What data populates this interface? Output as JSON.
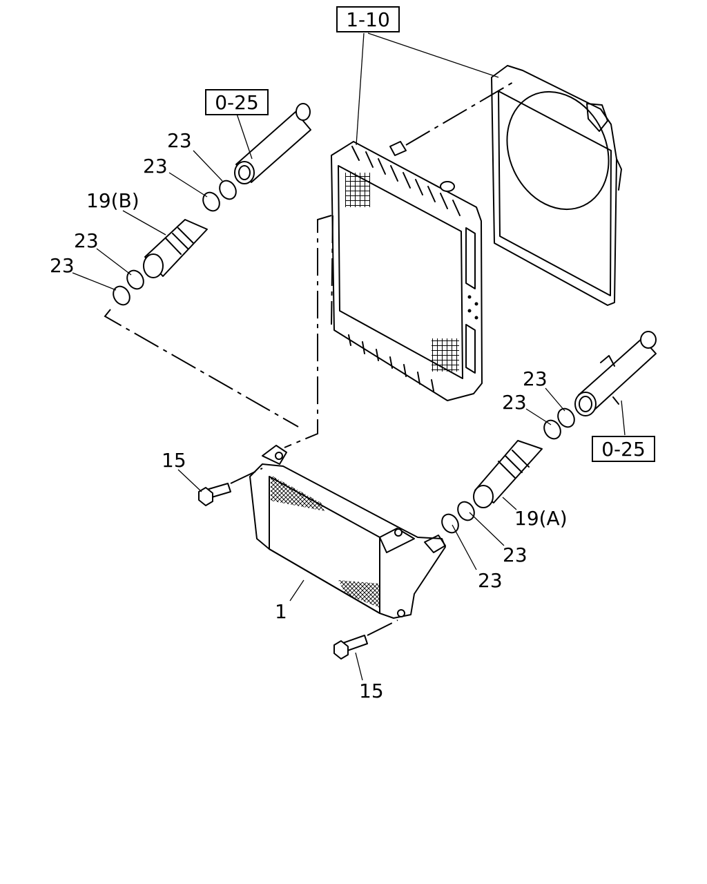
{
  "references": {
    "ref_top": "1-10",
    "ref_left": "0-25",
    "ref_right": "0-25"
  },
  "callouts": {
    "c23_a": "23",
    "c23_b": "23",
    "c19b": "19(B)",
    "c23_c": "23",
    "c23_d": "23",
    "c23_e": "23",
    "c23_f": "23",
    "c19a": "19(A)",
    "c23_g": "23",
    "c23_h": "23",
    "c15_top": "15",
    "c1": "1",
    "c15_bottom": "15"
  }
}
